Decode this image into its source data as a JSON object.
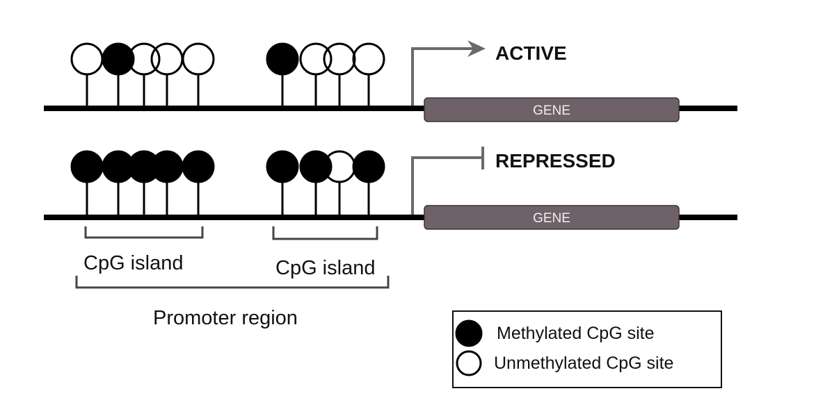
{
  "colors": {
    "dna": "#000000",
    "gene_fill": "#6e6268",
    "gene_stroke": "#3a3337",
    "arrow": "#6a6a6a",
    "methylated": "#000000",
    "unmethylated": "#ffffff"
  },
  "rows": [
    {
      "state_label": "ACTIVE",
      "state_symbol": "arrow",
      "gene_label": "GENE",
      "sites": [
        [
          "unmethylated",
          "methylated",
          "unmethylated",
          "unmethylated",
          "unmethylated"
        ],
        [
          "methylated",
          "unmethylated",
          "unmethylated",
          "unmethylated"
        ]
      ]
    },
    {
      "state_label": "REPRESSED",
      "state_symbol": "bar",
      "gene_label": "GENE",
      "sites": [
        [
          "methylated",
          "methylated",
          "methylated",
          "methylated",
          "methylated"
        ],
        [
          "methylated",
          "methylated",
          "unmethylated",
          "methylated"
        ]
      ]
    }
  ],
  "annotations": {
    "cpg_island_1": "CpG island",
    "cpg_island_2": "CpG island",
    "promoter_region": "Promoter region"
  },
  "legend": {
    "items": [
      {
        "type": "methylated",
        "label": "Methylated CpG site"
      },
      {
        "type": "unmethylated",
        "label": "Unmethylated CpG site"
      }
    ]
  }
}
